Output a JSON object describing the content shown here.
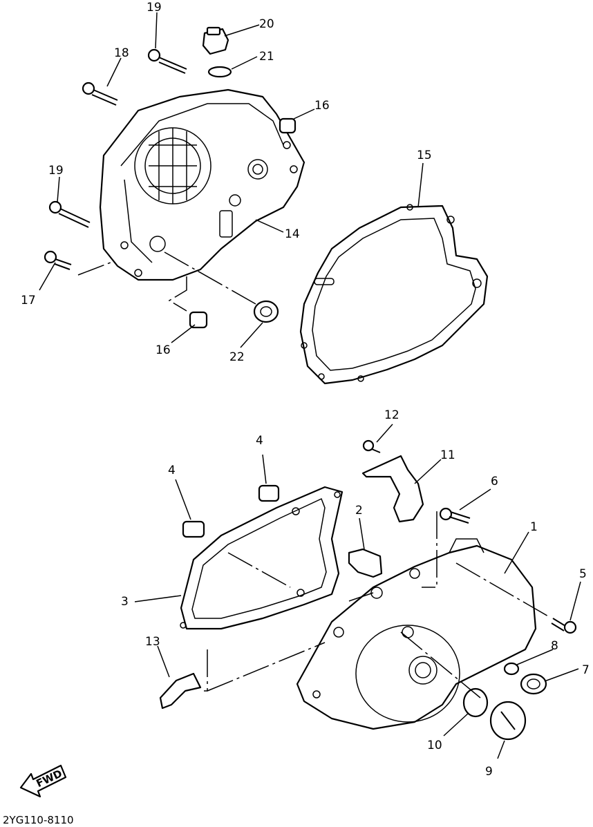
{
  "figure_code": "2YG110-8110",
  "fwd_label": "FWD",
  "callouts": [
    {
      "id": "c1",
      "label": "1"
    },
    {
      "id": "c2",
      "label": "2"
    },
    {
      "id": "c3",
      "label": "3"
    },
    {
      "id": "c4a",
      "label": "4"
    },
    {
      "id": "c4b",
      "label": "4"
    },
    {
      "id": "c5",
      "label": "5"
    },
    {
      "id": "c6",
      "label": "6"
    },
    {
      "id": "c7",
      "label": "7"
    },
    {
      "id": "c8",
      "label": "8"
    },
    {
      "id": "c9",
      "label": "9"
    },
    {
      "id": "c10",
      "label": "10"
    },
    {
      "id": "c11",
      "label": "11"
    },
    {
      "id": "c12",
      "label": "12"
    },
    {
      "id": "c13",
      "label": "13"
    },
    {
      "id": "c14",
      "label": "14"
    },
    {
      "id": "c15",
      "label": "15"
    },
    {
      "id": "c16a",
      "label": "16"
    },
    {
      "id": "c16b",
      "label": "16"
    },
    {
      "id": "c17",
      "label": "17"
    },
    {
      "id": "c18",
      "label": "18"
    },
    {
      "id": "c19a",
      "label": "19"
    },
    {
      "id": "c19b",
      "label": "19"
    },
    {
      "id": "c20",
      "label": "20"
    },
    {
      "id": "c21",
      "label": "21"
    },
    {
      "id": "c22",
      "label": "22"
    }
  ]
}
